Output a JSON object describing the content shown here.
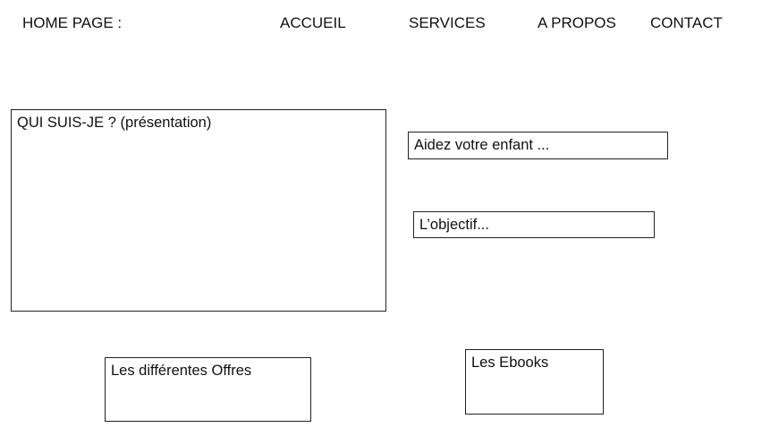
{
  "header": {
    "home_label": "HOME PAGE :",
    "nav": {
      "accueil": "ACCUEIL",
      "services": "SERVICES",
      "apropos": "A PROPOS",
      "contact": "CONTACT"
    }
  },
  "sections": {
    "presentation": "QUI SUIS-JE ? (présentation)",
    "aidez": "Aidez votre enfant ...",
    "objectif": "L’objectif...",
    "offres": "Les différentes Offres",
    "ebooks": "Les Ebooks"
  },
  "colors": {
    "border": "#222222",
    "text": "#111111",
    "background": "#ffffff"
  }
}
